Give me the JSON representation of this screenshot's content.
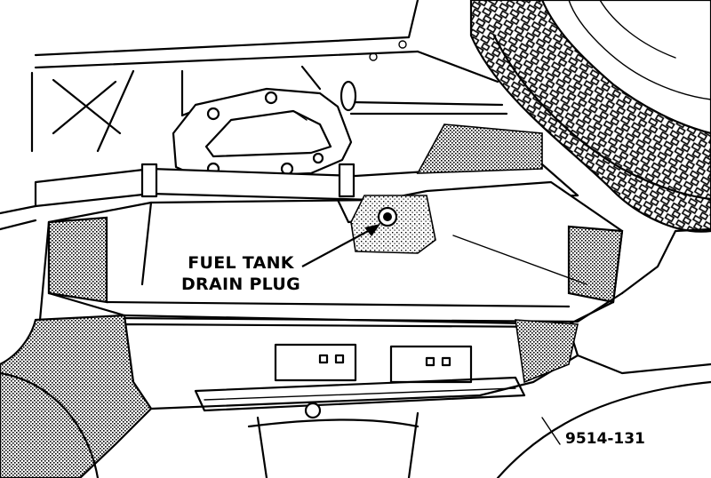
{
  "callout": {
    "line1": "FUEL TANK",
    "line2": "DRAIN PLUG"
  },
  "figure_id": "9514-131",
  "colors": {
    "ink": "#000000",
    "paper": "#ffffff",
    "shade": "#808080"
  }
}
